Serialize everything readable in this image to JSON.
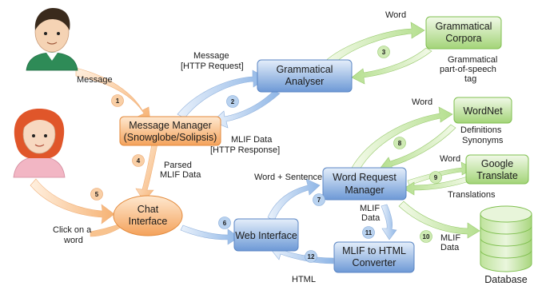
{
  "nodes": {
    "grammatical_analyser": [
      "Grammatical",
      "Analyser"
    ],
    "message_manager": [
      "Message Manager",
      "(Snowglobe/Solipsis)"
    ],
    "chat_interface": [
      "Chat",
      "Interface"
    ],
    "web_interface": [
      "Web Interface"
    ],
    "word_request_manager": [
      "Word Request",
      "Manager"
    ],
    "mlif_converter": [
      "MLIF to HTML",
      "Converter"
    ],
    "grammatical_corpora": [
      "Grammatical",
      "Corpora"
    ],
    "wordnet": [
      "WordNet"
    ],
    "google_translate": [
      "Google",
      "Translate"
    ],
    "database": [
      "Database"
    ]
  },
  "edges": {
    "message": [
      "Message"
    ],
    "http_request": [
      "Message",
      "[HTTP Request]"
    ],
    "mlif_response": [
      "MLIF Data",
      "[HTTP Response]"
    ],
    "parsed_mlif": [
      "Parsed",
      "MLIF Data"
    ],
    "click_word": [
      "Click on a",
      "word"
    ],
    "word_sentence": [
      "Word + Sentence"
    ],
    "word_corpora": [
      "Word"
    ],
    "pos_tag": [
      "Grammatical",
      "part-of-speech",
      "tag"
    ],
    "word_wordnet": [
      "Word"
    ],
    "definitions": [
      "Definitions",
      "Synonyms"
    ],
    "word_translate": [
      "Word"
    ],
    "translations": [
      "Translations"
    ],
    "mlif_data_convert": [
      "MLIF",
      "Data"
    ],
    "mlif_data_db": [
      "MLIF",
      "Data"
    ],
    "html": [
      "HTML"
    ]
  },
  "steps": [
    "1",
    "2",
    "3",
    "4",
    "5",
    "6",
    "7",
    "8",
    "9",
    "10",
    "11",
    "12"
  ],
  "colors": {
    "blue_box_top": "#dbe8f8",
    "blue_box_bottom": "#6f9bd8",
    "orange_box_top": "#fde3c6",
    "orange_box_bottom": "#f4a35e",
    "green_box_top": "#ecf7df",
    "green_box_bottom": "#a7d67c",
    "blue_arrow": "#a9c7ea",
    "orange_arrow": "#f8c38f",
    "green_arrow": "#c4e6a2",
    "circle_orange": "#f9cfa6",
    "circle_blue": "#b9d2ef",
    "circle_green": "#cfeab4"
  },
  "icons": [
    "male-avatar-icon",
    "female-avatar-icon",
    "database-cylinder-icon"
  ]
}
